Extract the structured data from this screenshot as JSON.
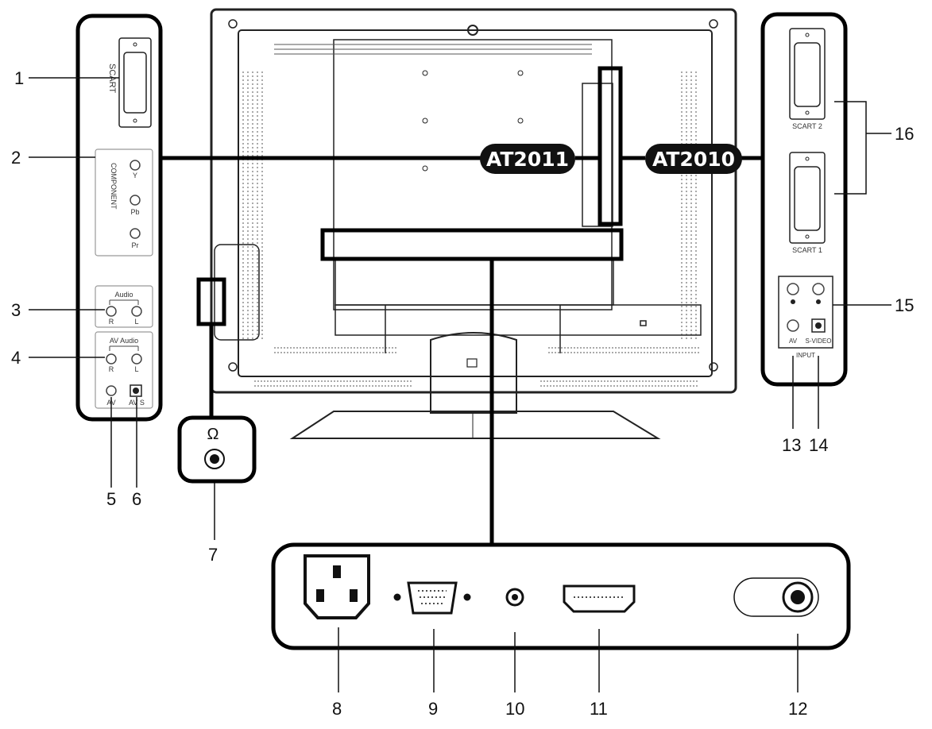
{
  "models": {
    "left": "AT2011",
    "right": "AT2010"
  },
  "left_panel": {
    "scart": "SCART",
    "component": "COMPONENT",
    "y": "Y",
    "pb": "Pb",
    "pr": "Pr",
    "audio": "Audio",
    "audio_r": "R",
    "audio_l": "L",
    "av_audio": "AV Audio",
    "av_r": "R",
    "av_l": "L",
    "av": "AV",
    "av_s": "AV S"
  },
  "right_panel": {
    "scart2": "SCART 2",
    "scart1": "SCART 1",
    "av": "AV",
    "svideo": "S-VIDEO",
    "input": "INPUT"
  },
  "headphone_symbol": "Ω",
  "callouts": [
    "1",
    "2",
    "3",
    "4",
    "5",
    "6",
    "7",
    "8",
    "9",
    "10",
    "11",
    "12",
    "13",
    "14",
    "15",
    "16"
  ],
  "icons": [
    "headphone-icon",
    "power-socket-icon",
    "vga-port-icon",
    "audio-jack-icon",
    "hdmi-port-icon",
    "power-switch-icon"
  ]
}
